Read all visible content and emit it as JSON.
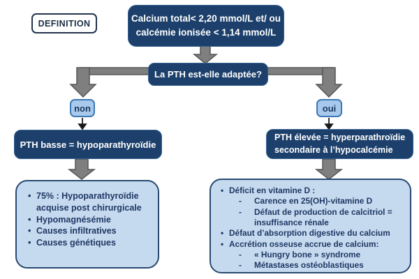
{
  "palette": {
    "navy_fill": "#1c406b",
    "navy_border": "#35618f",
    "light_box_fill": "#c6daef",
    "light_box_border": "#274970",
    "small_box_fill": "#a9c9ec",
    "small_box_border": "#3c78b4",
    "text_navy": "#1f3864",
    "connector_gray": "#7f7f7f",
    "connector_edge": "#575757",
    "thin_arrow_black": "#1a1a1a"
  },
  "definition": {
    "label": "DEFINITION"
  },
  "top_box": {
    "line1": "Calcium total< 2,20 mmol/L et/ ou",
    "line2": "calcémie ionisée < 1,14 mmol/L"
  },
  "question_box": {
    "label": "La PTH est-elle adaptée?"
  },
  "branches": {
    "left_label": "non",
    "right_label": "oui"
  },
  "left_result": {
    "label": "PTH basse = hypoparathyroïdie"
  },
  "right_result": {
    "line1": "PTH élevée = hyperparathroïdie",
    "line2": "secondaire à l’hypocalcémie"
  },
  "bullets": {
    "level1": "•",
    "level2": "-"
  },
  "left_list": {
    "items": [
      {
        "level": 1,
        "text": "75% : Hypoparathyroïdie acquise post chirurgicale"
      },
      {
        "level": 1,
        "text": "Hypomagnésémie"
      },
      {
        "level": 1,
        "text": "Causes infiltratives"
      },
      {
        "level": 1,
        "text": "Causes génétiques"
      }
    ]
  },
  "right_list": {
    "items": [
      {
        "level": 1,
        "text": "Déficit en vitamine D :"
      },
      {
        "level": 2,
        "text": "Carence en 25(OH)-vitamine D"
      },
      {
        "level": 2,
        "text": "Défaut de production de calcitriol = insuffisance rénale"
      },
      {
        "level": 1,
        "text": "Défaut d’absorption digestive du calcium"
      },
      {
        "level": 1,
        "text": "Accrétion osseuse accrue de calcium:"
      },
      {
        "level": 2,
        "text": "« Hungry bone » syndrome"
      },
      {
        "level": 2,
        "text": "Métastases ostéoblastiques"
      }
    ]
  }
}
